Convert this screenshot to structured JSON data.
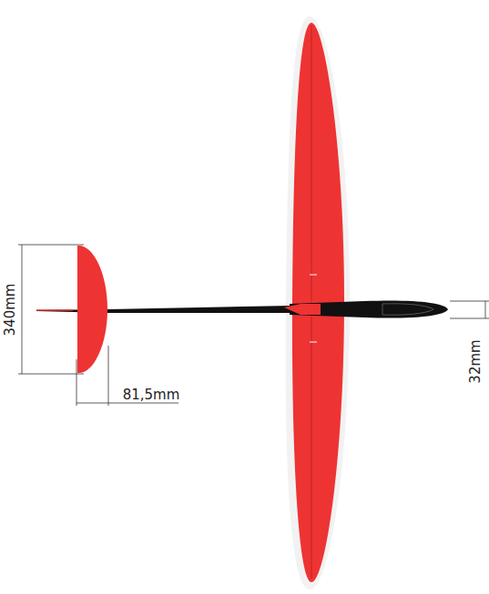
{
  "diagram": {
    "labels": [
      "340mm",
      "81,5mm",
      "32mm"
    ]
  }
}
